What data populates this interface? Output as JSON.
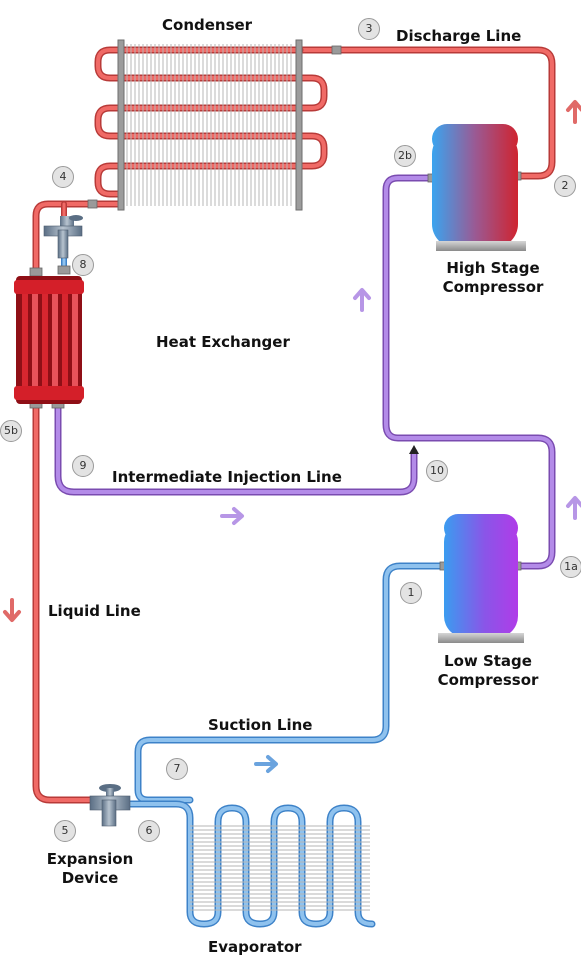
{
  "labels": {
    "condenser": "Condenser",
    "discharge_line": "Discharge Line",
    "high_stage_compressor_line1": "High Stage",
    "high_stage_compressor_line2": "Compressor",
    "heat_exchanger": "Heat Exchanger",
    "intermediate_injection_line": "Intermediate Injection Line",
    "liquid_line": "Liquid Line",
    "low_stage_compressor_line1": "Low Stage",
    "low_stage_compressor_line2": "Compressor",
    "suction_line": "Suction Line",
    "expansion_device_line1": "Expansion",
    "expansion_device_line2": "Device",
    "evaporator": "Evaporator"
  },
  "points": {
    "p1": "1",
    "p1a": "1a",
    "p2": "2",
    "p2b": "2b",
    "p3": "3",
    "p4": "4",
    "p5": "5",
    "p5b": "5b",
    "p6": "6",
    "p7": "7",
    "p8": "8",
    "p9": "9",
    "p10": "10"
  },
  "colors": {
    "hot_line": "#e8524f",
    "suction_line": "#7db2e3",
    "injection_line": "#a572dc",
    "hx_body": "#cc1b25",
    "arrow_red": "#e06a68",
    "arrow_purple": "#b796e6",
    "arrow_blue": "#6aa3de"
  }
}
